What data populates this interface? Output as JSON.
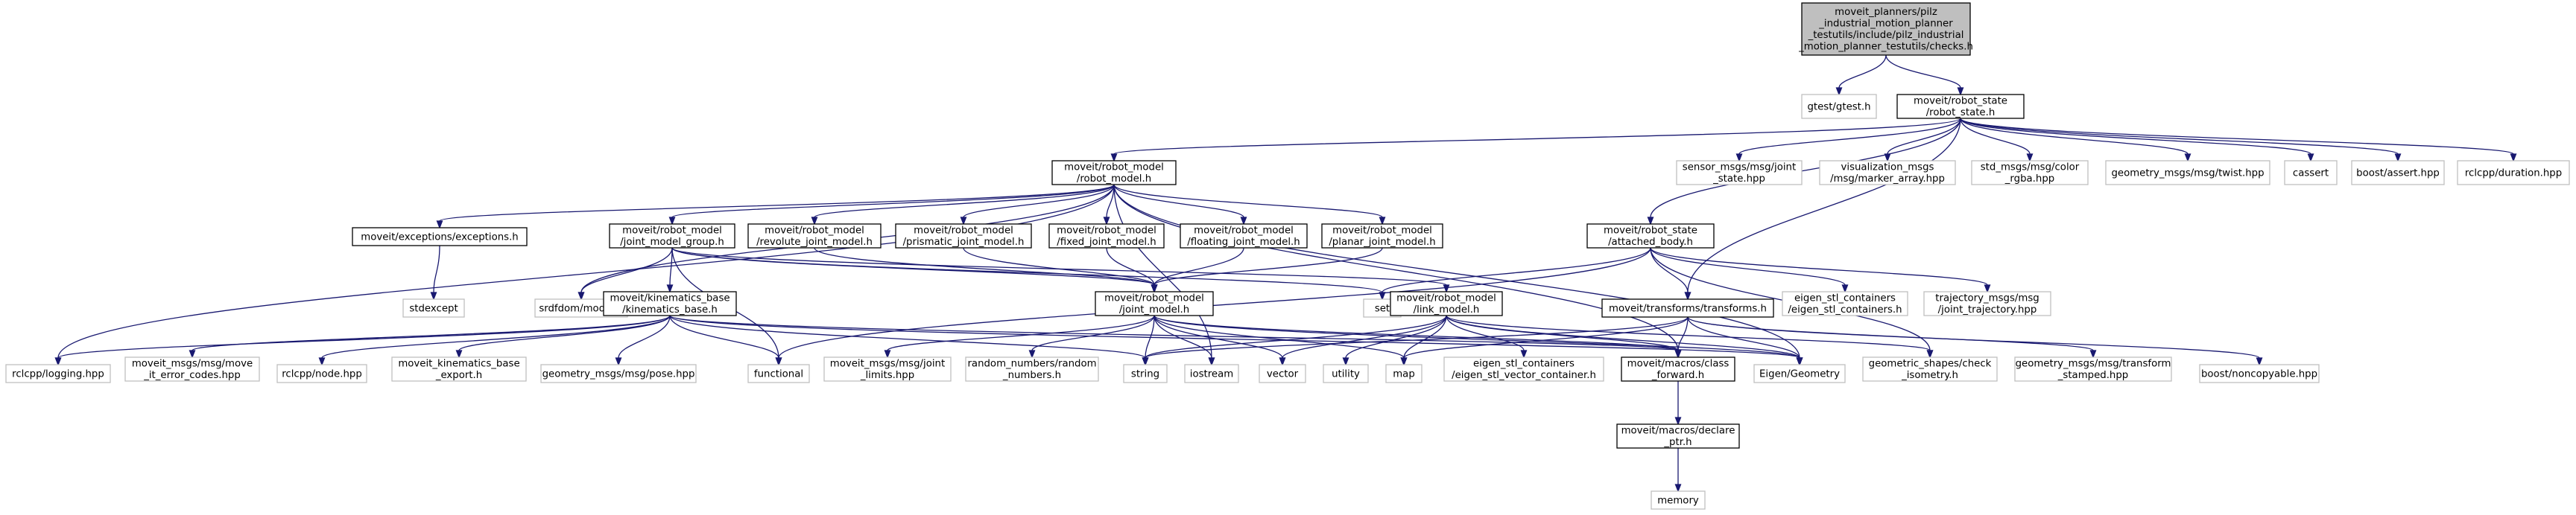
{
  "colors": {
    "edge": "#191970",
    "root_fill": "#bfbfbf",
    "documented_fill": "#ffffff",
    "documented_stroke": "#000000",
    "external_fill": "#ffffff",
    "external_stroke": "#bfbfbf"
  },
  "graph": {
    "root": "checks",
    "nodes": [
      {
        "id": "checks",
        "kind": "root",
        "lines": [
          "moveit_planners/pilz",
          "_industrial_motion_planner",
          "_testutils/include/pilz_industrial",
          "_motion_planner_testutils/checks.h"
        ]
      },
      {
        "id": "gtest",
        "kind": "external",
        "lines": [
          "gtest/gtest.h"
        ]
      },
      {
        "id": "robot_state",
        "kind": "documented",
        "lines": [
          "moveit/robot_state",
          "/robot_state.h"
        ]
      },
      {
        "id": "robot_model",
        "kind": "documented",
        "lines": [
          "moveit/robot_model",
          "/robot_model.h"
        ]
      },
      {
        "id": "sensor_msgs",
        "kind": "external",
        "lines": [
          "sensor_msgs/msg/joint",
          "_state.hpp"
        ]
      },
      {
        "id": "vis_msgs",
        "kind": "external",
        "lines": [
          "visualization_msgs",
          "/msg/marker_array.hpp"
        ]
      },
      {
        "id": "color_rgba",
        "kind": "external",
        "lines": [
          "std_msgs/msg/color",
          "_rgba.hpp"
        ]
      },
      {
        "id": "twist",
        "kind": "external",
        "lines": [
          "geometry_msgs/msg/twist.hpp"
        ]
      },
      {
        "id": "cassert",
        "kind": "external",
        "lines": [
          "cassert"
        ]
      },
      {
        "id": "boost_assert",
        "kind": "external",
        "lines": [
          "boost/assert.hpp"
        ]
      },
      {
        "id": "duration",
        "kind": "external",
        "lines": [
          "rclcpp/duration.hpp"
        ]
      },
      {
        "id": "exceptions",
        "kind": "documented",
        "lines": [
          "moveit/exceptions/exceptions.h"
        ]
      },
      {
        "id": "jmg",
        "kind": "documented",
        "lines": [
          "moveit/robot_model",
          "/joint_model_group.h"
        ]
      },
      {
        "id": "revolute",
        "kind": "documented",
        "lines": [
          "moveit/robot_model",
          "/revolute_joint_model.h"
        ]
      },
      {
        "id": "prismatic",
        "kind": "documented",
        "lines": [
          "moveit/robot_model",
          "/prismatic_joint_model.h"
        ]
      },
      {
        "id": "fixed",
        "kind": "documented",
        "lines": [
          "moveit/robot_model",
          "/fixed_joint_model.h"
        ]
      },
      {
        "id": "floating",
        "kind": "documented",
        "lines": [
          "moveit/robot_model",
          "/floating_joint_model.h"
        ]
      },
      {
        "id": "planar",
        "kind": "documented",
        "lines": [
          "moveit/robot_model",
          "/planar_joint_model.h"
        ]
      },
      {
        "id": "attached",
        "kind": "documented",
        "lines": [
          "moveit/robot_state",
          "/attached_body.h"
        ]
      },
      {
        "id": "stdexcept",
        "kind": "external",
        "lines": [
          "stdexcept"
        ]
      },
      {
        "id": "srdfdom",
        "kind": "external",
        "lines": [
          "srdfdom/model.h"
        ]
      },
      {
        "id": "kin_base",
        "kind": "documented",
        "lines": [
          "moveit/kinematics_base",
          "/kinematics_base.h"
        ]
      },
      {
        "id": "joint_model",
        "kind": "documented",
        "lines": [
          "moveit/robot_model",
          "/joint_model.h"
        ]
      },
      {
        "id": "set",
        "kind": "external",
        "lines": [
          "set"
        ]
      },
      {
        "id": "link_model",
        "kind": "documented",
        "lines": [
          "moveit/robot_model",
          "/link_model.h"
        ]
      },
      {
        "id": "transforms",
        "kind": "documented",
        "lines": [
          "moveit/transforms/transforms.h"
        ]
      },
      {
        "id": "eigen_stl_containers",
        "kind": "external",
        "lines": [
          "eigen_stl_containers",
          "/eigen_stl_containers.h"
        ]
      },
      {
        "id": "traj_msgs",
        "kind": "external",
        "lines": [
          "trajectory_msgs/msg",
          "/joint_trajectory.hpp"
        ]
      },
      {
        "id": "logging",
        "kind": "external",
        "lines": [
          "rclcpp/logging.hpp"
        ]
      },
      {
        "id": "move_it_err",
        "kind": "external",
        "lines": [
          "moveit_msgs/msg/move",
          "_it_error_codes.hpp"
        ]
      },
      {
        "id": "rclcpp_node",
        "kind": "external",
        "lines": [
          "rclcpp/node.hpp"
        ]
      },
      {
        "id": "kin_export",
        "kind": "external",
        "lines": [
          "moveit_kinematics_base",
          "_export.h"
        ]
      },
      {
        "id": "pose",
        "kind": "external",
        "lines": [
          "geometry_msgs/msg/pose.hpp"
        ]
      },
      {
        "id": "functional",
        "kind": "external",
        "lines": [
          "functional"
        ]
      },
      {
        "id": "joint_limits",
        "kind": "external",
        "lines": [
          "moveit_msgs/msg/joint",
          "_limits.hpp"
        ]
      },
      {
        "id": "random_numbers",
        "kind": "external",
        "lines": [
          "random_numbers/random",
          "_numbers.h"
        ]
      },
      {
        "id": "string",
        "kind": "external",
        "lines": [
          "string"
        ]
      },
      {
        "id": "iostream",
        "kind": "external",
        "lines": [
          "iostream"
        ]
      },
      {
        "id": "vector",
        "kind": "external",
        "lines": [
          "vector"
        ]
      },
      {
        "id": "utility",
        "kind": "external",
        "lines": [
          "utility"
        ]
      },
      {
        "id": "map",
        "kind": "external",
        "lines": [
          "map"
        ]
      },
      {
        "id": "eigen_vec",
        "kind": "external",
        "lines": [
          "eigen_stl_containers",
          "/eigen_stl_vector_container.h"
        ]
      },
      {
        "id": "class_forward",
        "kind": "documented",
        "lines": [
          "moveit/macros/class",
          "_forward.h"
        ]
      },
      {
        "id": "eigen_geom",
        "kind": "external",
        "lines": [
          "Eigen/Geometry"
        ]
      },
      {
        "id": "check_iso",
        "kind": "external",
        "lines": [
          "geometric_shapes/check",
          "_isometry.h"
        ]
      },
      {
        "id": "transform_stamped",
        "kind": "external",
        "lines": [
          "geometry_msgs/msg/transform",
          "_stamped.hpp"
        ]
      },
      {
        "id": "noncopyable",
        "kind": "external",
        "lines": [
          "boost/noncopyable.hpp"
        ]
      },
      {
        "id": "declare_ptr",
        "kind": "documented",
        "lines": [
          "moveit/macros/declare",
          "_ptr.h"
        ]
      },
      {
        "id": "memory",
        "kind": "external",
        "lines": [
          "memory"
        ]
      }
    ],
    "edges": [
      [
        "checks",
        "gtest"
      ],
      [
        "checks",
        "robot_state"
      ],
      [
        "robot_state",
        "robot_model"
      ],
      [
        "robot_state",
        "sensor_msgs"
      ],
      [
        "robot_state",
        "vis_msgs"
      ],
      [
        "robot_state",
        "color_rgba"
      ],
      [
        "robot_state",
        "twist"
      ],
      [
        "robot_state",
        "cassert"
      ],
      [
        "robot_state",
        "boost_assert"
      ],
      [
        "robot_state",
        "duration"
      ],
      [
        "robot_state",
        "attached"
      ],
      [
        "robot_state",
        "transforms"
      ],
      [
        "robot_model",
        "exceptions"
      ],
      [
        "robot_model",
        "jmg"
      ],
      [
        "robot_model",
        "revolute"
      ],
      [
        "robot_model",
        "prismatic"
      ],
      [
        "robot_model",
        "fixed"
      ],
      [
        "robot_model",
        "floating"
      ],
      [
        "robot_model",
        "planar"
      ],
      [
        "robot_model",
        "srdfdom"
      ],
      [
        "robot_model",
        "logging"
      ],
      [
        "robot_model",
        "iostream"
      ],
      [
        "robot_model",
        "class_forward"
      ],
      [
        "robot_model",
        "eigen_geom"
      ],
      [
        "exceptions",
        "stdexcept"
      ],
      [
        "jmg",
        "srdfdom"
      ],
      [
        "jmg",
        "kin_base"
      ],
      [
        "jmg",
        "joint_model"
      ],
      [
        "jmg",
        "link_model"
      ],
      [
        "jmg",
        "functional"
      ],
      [
        "jmg",
        "set"
      ],
      [
        "revolute",
        "joint_model"
      ],
      [
        "prismatic",
        "joint_model"
      ],
      [
        "fixed",
        "joint_model"
      ],
      [
        "floating",
        "joint_model"
      ],
      [
        "planar",
        "joint_model"
      ],
      [
        "attached",
        "set"
      ],
      [
        "attached",
        "transforms"
      ],
      [
        "attached",
        "eigen_stl_containers"
      ],
      [
        "attached",
        "traj_msgs"
      ],
      [
        "attached",
        "check_iso"
      ],
      [
        "attached",
        "functional"
      ],
      [
        "kin_base",
        "logging"
      ],
      [
        "kin_base",
        "move_it_err"
      ],
      [
        "kin_base",
        "rclcpp_node"
      ],
      [
        "kin_base",
        "kin_export"
      ],
      [
        "kin_base",
        "pose"
      ],
      [
        "kin_base",
        "functional"
      ],
      [
        "kin_base",
        "string"
      ],
      [
        "kin_base",
        "class_forward"
      ],
      [
        "kin_base",
        "eigen_geom"
      ],
      [
        "joint_model",
        "joint_limits"
      ],
      [
        "joint_model",
        "random_numbers"
      ],
      [
        "joint_model",
        "string"
      ],
      [
        "joint_model",
        "iostream"
      ],
      [
        "joint_model",
        "vector"
      ],
      [
        "joint_model",
        "map"
      ],
      [
        "joint_model",
        "class_forward"
      ],
      [
        "joint_model",
        "eigen_geom"
      ],
      [
        "link_model",
        "string"
      ],
      [
        "link_model",
        "utility"
      ],
      [
        "link_model",
        "map"
      ],
      [
        "link_model",
        "vector"
      ],
      [
        "link_model",
        "eigen_vec"
      ],
      [
        "link_model",
        "class_forward"
      ],
      [
        "link_model",
        "eigen_geom"
      ],
      [
        "link_model",
        "check_iso"
      ],
      [
        "transforms",
        "class_forward"
      ],
      [
        "transforms",
        "eigen_geom"
      ],
      [
        "transforms",
        "transform_stamped"
      ],
      [
        "transforms",
        "noncopyable"
      ],
      [
        "transforms",
        "map"
      ],
      [
        "transforms",
        "string"
      ],
      [
        "class_forward",
        "declare_ptr"
      ],
      [
        "declare_ptr",
        "memory"
      ]
    ]
  }
}
